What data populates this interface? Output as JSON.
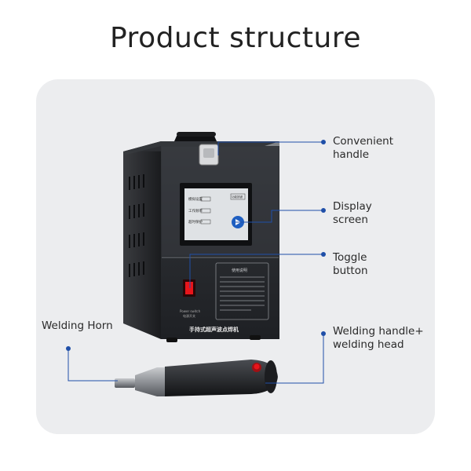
{
  "title": "Product structure",
  "device": {
    "display": {
      "row1": "模拟设置",
      "row2": "工作频率",
      "row3": "超时保护",
      "button": "功能按键"
    },
    "power_label": "Power switch",
    "power_sublabel": "电源开关",
    "instructions_title": "使用说明",
    "front_label": "手持式超声波点焊机"
  },
  "callouts": {
    "handle": {
      "line1": "Convenient",
      "line2": "handle"
    },
    "display": {
      "line1": "Display",
      "line2": "screen"
    },
    "toggle": {
      "line1": "Toggle",
      "line2": "button"
    },
    "horn": {
      "line1": "Welding Horn"
    },
    "welding_handle": {
      "line1": "Welding handle+",
      "line2": "welding head"
    }
  },
  "colors": {
    "callout_line": "#1f4fa8",
    "panel": "#ecedef",
    "device": "#1c1e21",
    "indicator": "#e8151b"
  }
}
